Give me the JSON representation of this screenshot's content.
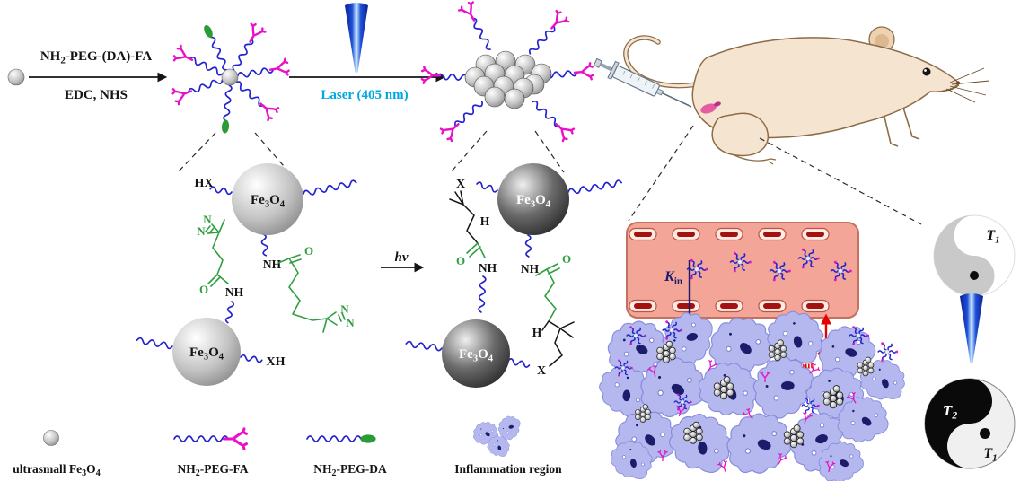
{
  "colors": {
    "chain_blue": "#2323cf",
    "fa_magenta": "#ea10c8",
    "da_green": "#2a9b35",
    "struct_green": "#2f9e41",
    "laser_text": "#00a7e1",
    "k_in_navy": "#1c1c6e",
    "k_out_red": "#e60000",
    "vessel_pink": "#f3a597",
    "cell_lavender": "#b4b8ef"
  },
  "synthesis": {
    "reagent_pre": "NH",
    "reagent_sub": "2",
    "reagent_post": "-PEG-(DA)-FA",
    "catalysts": "EDC, NHS",
    "laser_label": "Laser (405 nm)"
  },
  "mechanism": {
    "fe": "Fe",
    "fe_sub": "3",
    "o_atom": "O",
    "o_sub": "4",
    "hx": "HX",
    "xh": "XH",
    "nh": "NH",
    "n": "N",
    "o": "O",
    "x": "X",
    "h": "H",
    "hv": "hv"
  },
  "invivo": {
    "k": "K",
    "k_in_sub": "in",
    "k_out_sub": "out"
  },
  "mri": {
    "t": "T",
    "t1_sub": "1",
    "t2_sub": "2"
  },
  "legend": {
    "item1_pre": "ultrasmall Fe",
    "item1_sub1": "3",
    "item1_mid": "O",
    "item1_sub2": "4",
    "item2_pre": "NH",
    "item2_sub": "2",
    "item2_post": "-PEG-FA",
    "item3_pre": "NH",
    "item3_sub": "2",
    "item3_post": "-PEG-DA",
    "item4": "Inflammation region"
  }
}
